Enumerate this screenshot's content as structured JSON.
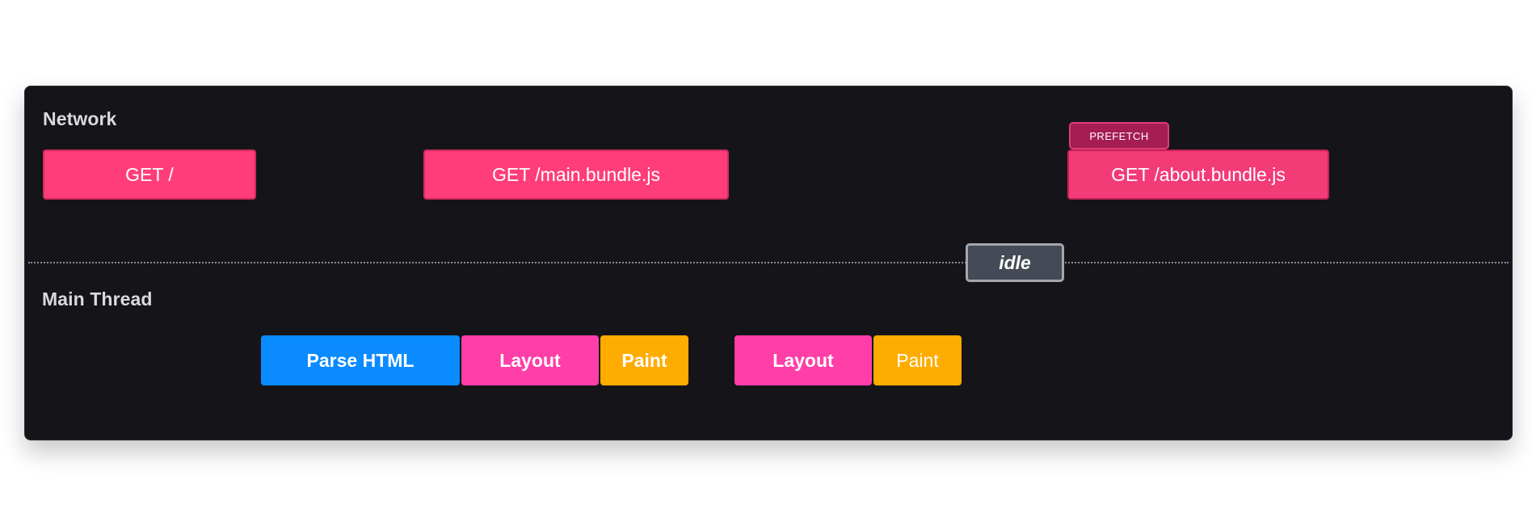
{
  "lanes": {
    "network": {
      "label": "Network",
      "requests": [
        {
          "label": "GET /"
        },
        {
          "label": "GET /main.bundle.js"
        },
        {
          "label": "GET /about.bundle.js",
          "badge": "PREFETCH"
        }
      ]
    },
    "main_thread": {
      "label": "Main Thread",
      "tasks": [
        {
          "label": "Parse HTML",
          "color": "#0a8bff"
        },
        {
          "label": "Layout",
          "color": "#ff3ea8"
        },
        {
          "label": "Paint",
          "color": "#ffac00"
        },
        {
          "label": "Layout",
          "color": "#ff3ea8"
        },
        {
          "label": "Paint",
          "color": "#ffac00"
        }
      ]
    }
  },
  "idle_marker": {
    "label": "idle"
  },
  "colors": {
    "panel_background": "#151519",
    "network_request": "#ff3d7a",
    "prefetch_badge": "#a51d52",
    "idle_marker": "#454b56"
  }
}
